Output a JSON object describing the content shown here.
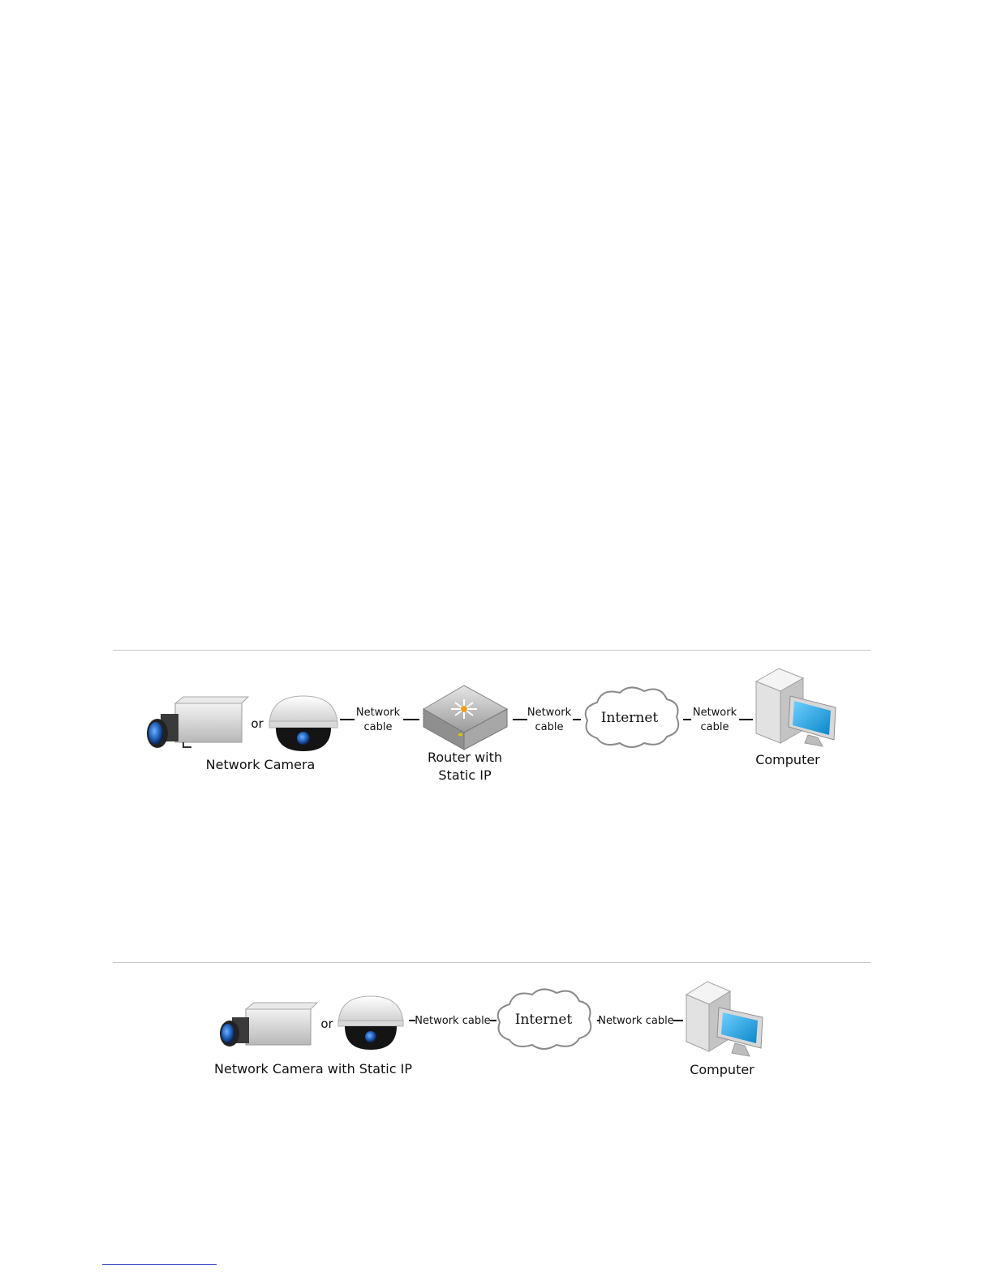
{
  "diagram1": {
    "camera_label": "Network Camera",
    "or_label": "or",
    "cable1_line1": "Network",
    "cable1_line2": "cable",
    "router_line1": "Router with",
    "router_line2": "Static IP",
    "cable2_line1": "Network",
    "cable2_line2": "cable",
    "internet_label": "Internet",
    "cable3_line1": "Network",
    "cable3_line2": "cable",
    "computer_label": "Computer"
  },
  "diagram2": {
    "camera_label": "Network Camera with Static IP",
    "or_label": "or",
    "cable1_label": "Network cable",
    "internet_label": "Internet",
    "cable2_label": "Network cable",
    "computer_label": "Computer"
  },
  "colors": {
    "lens_blue": "#1f5fb8",
    "screen_blue": "#1aa3e0",
    "router_star": "#f0a020",
    "rule_gray": "#c8c8c8",
    "footnote_blue": "#2a3fbf"
  }
}
